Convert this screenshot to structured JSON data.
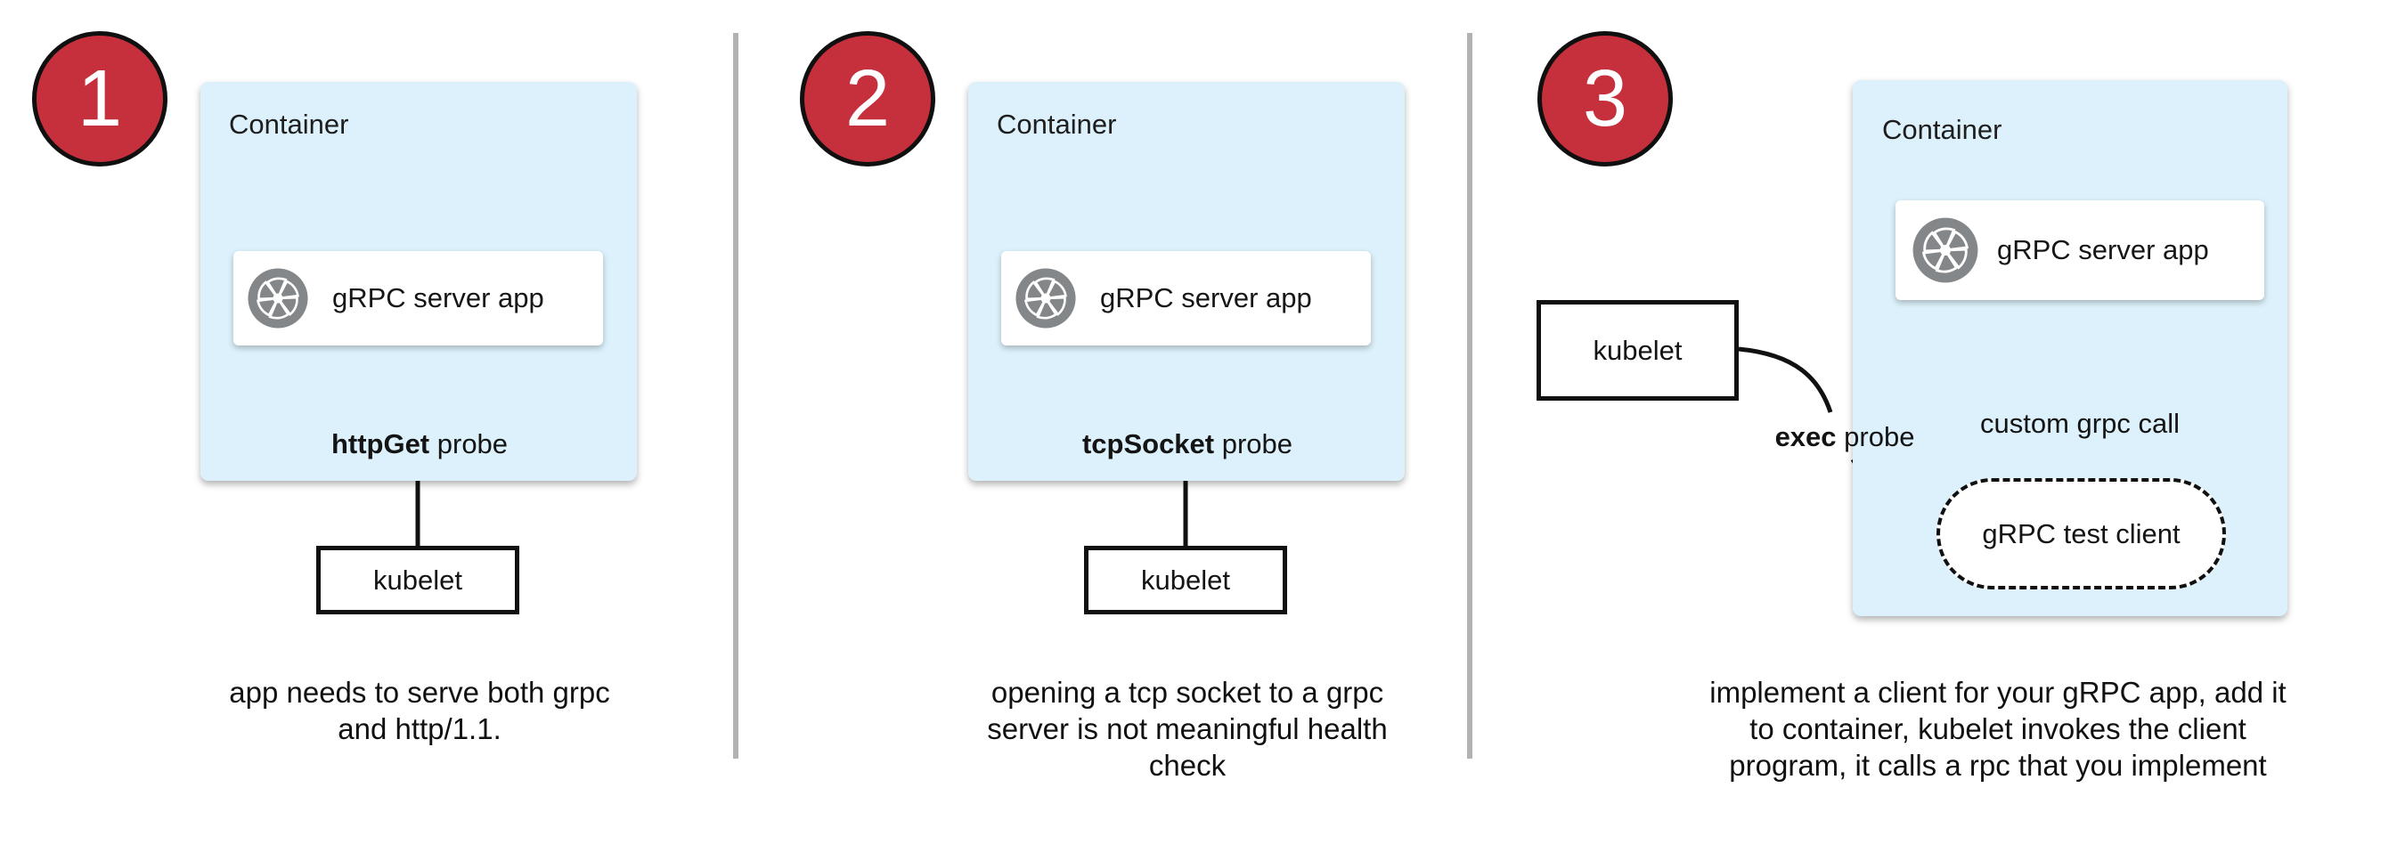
{
  "colors": {
    "container_fill": "#dcf1fb",
    "badge_red": "#c5303c",
    "icon_gray": "#848789",
    "divider_gray": "#b2b2b2",
    "line_black": "#111111"
  },
  "panels": [
    {
      "number": "1",
      "container_label": "Container",
      "app_label": "gRPC server app",
      "probe_bold": "httpGet",
      "probe_rest": " probe",
      "kubelet_label": "kubelet",
      "caption": [
        "app needs to serve both grpc",
        "and http/1.1."
      ]
    },
    {
      "number": "2",
      "container_label": "Container",
      "app_label": "gRPC server app",
      "probe_bold": "tcpSocket",
      "probe_rest": " probe",
      "kubelet_label": "kubelet",
      "caption": [
        "opening a tcp socket to a grpc",
        "server is not meaningful health",
        "check"
      ]
    },
    {
      "number": "3",
      "container_label": "Container",
      "app_label": "gRPC server app",
      "probe_bold": "exec",
      "probe_rest": " probe",
      "call_label": "custom grpc call",
      "test_client_label": "gRPC test client",
      "kubelet_label": "kubelet",
      "caption": [
        "implement a client for your gRPC app, add it",
        "to container, kubelet invokes the client",
        "program, it calls a rpc that you implement"
      ]
    }
  ]
}
